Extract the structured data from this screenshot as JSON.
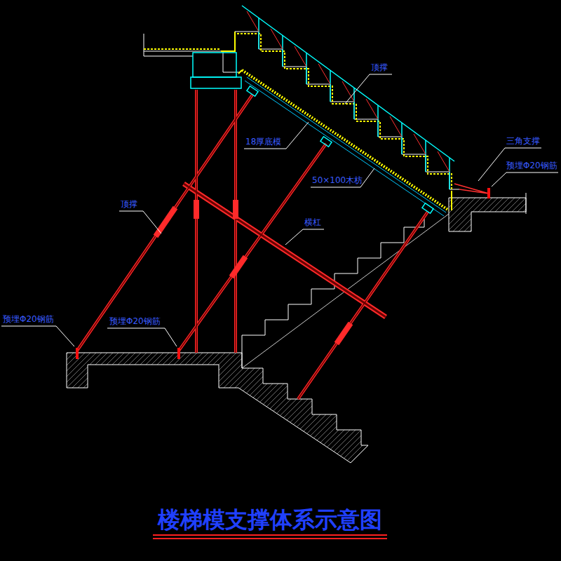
{
  "diagram": {
    "title": "楼梯模支撑体系示意图",
    "labels": [
      "顶撑",
      "18厚底模",
      "50×100木枋",
      "三角支撑",
      "预埋Φ20钢筋",
      "顶撑",
      "横杠",
      "预埋Φ20钢筋",
      "预埋Φ20钢筋"
    ]
  }
}
